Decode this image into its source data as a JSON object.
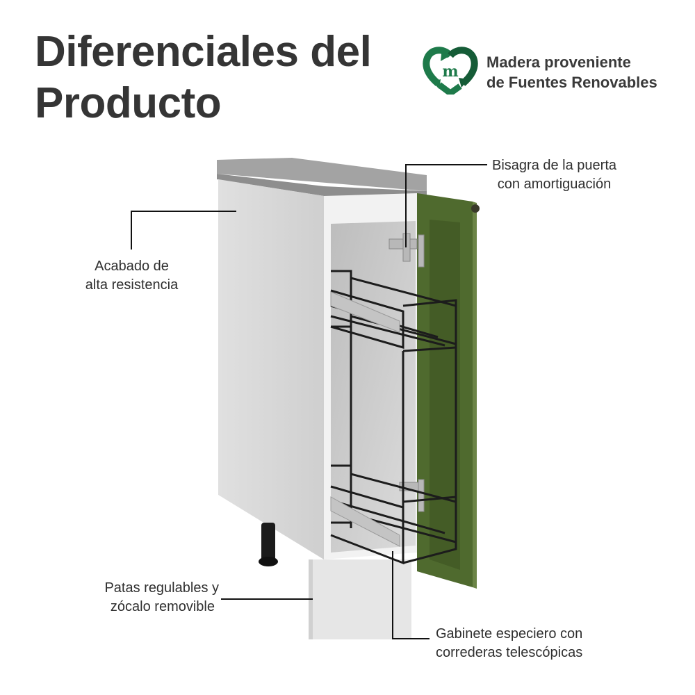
{
  "header": {
    "title_line1": "Diferenciales del",
    "title_line2": "Producto"
  },
  "badge": {
    "icon": "recycle-heart-m-icon",
    "line1": "Madera proveniente",
    "line2": "de Fuentes Renovables",
    "color": "#1e7a4a"
  },
  "callouts": [
    {
      "id": "hinge",
      "line1": "Bisagra de la puerta",
      "line2": "con amortiguación"
    },
    {
      "id": "finish",
      "line1": "Acabado de",
      "line2": "alta resistencia"
    },
    {
      "id": "legs",
      "line1": "Patas regulables y",
      "line2": "zócalo removible"
    },
    {
      "id": "drawer",
      "line1": "Gabinete especiero con",
      "line2": "correderas telescópicas"
    }
  ],
  "product": {
    "image": "base-cabinet-spice-rack",
    "door_color": "#4f6a2e",
    "countertop_color": "#9c9c9c",
    "body_color": "#d8d8d8"
  }
}
